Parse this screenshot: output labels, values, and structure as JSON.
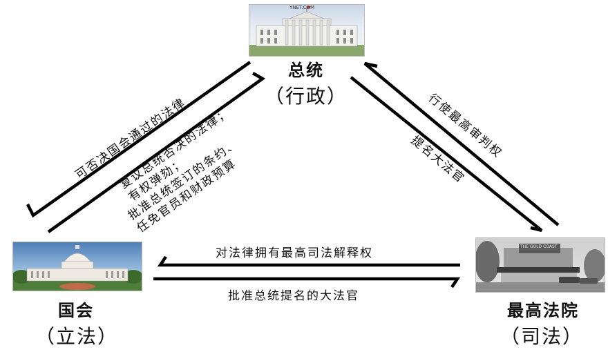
{
  "executive": {
    "title": "总统",
    "sub": "（行政）",
    "watermark": "YNET.COM"
  },
  "legislative": {
    "title": "国会",
    "sub": "（立法）"
  },
  "judicial": {
    "title": "最高法院",
    "sub": "（司法）",
    "sign": "THE GOLD COAST"
  },
  "edges": {
    "exec_to_leg": "可否决国会通过的法律",
    "leg_to_exec_line1": "复议总统否决的法律；",
    "leg_to_exec_line2": "有权弹劾；",
    "leg_to_exec_line3": "批准总统签订的条约、",
    "leg_to_exec_line4": "任免官员和财政预算",
    "jud_to_exec": "行使最高审判权",
    "exec_to_jud": "提名大法官",
    "jud_to_leg": "对法律拥有最高司法解释权",
    "leg_to_jud": "批准总统提名的大法官"
  }
}
